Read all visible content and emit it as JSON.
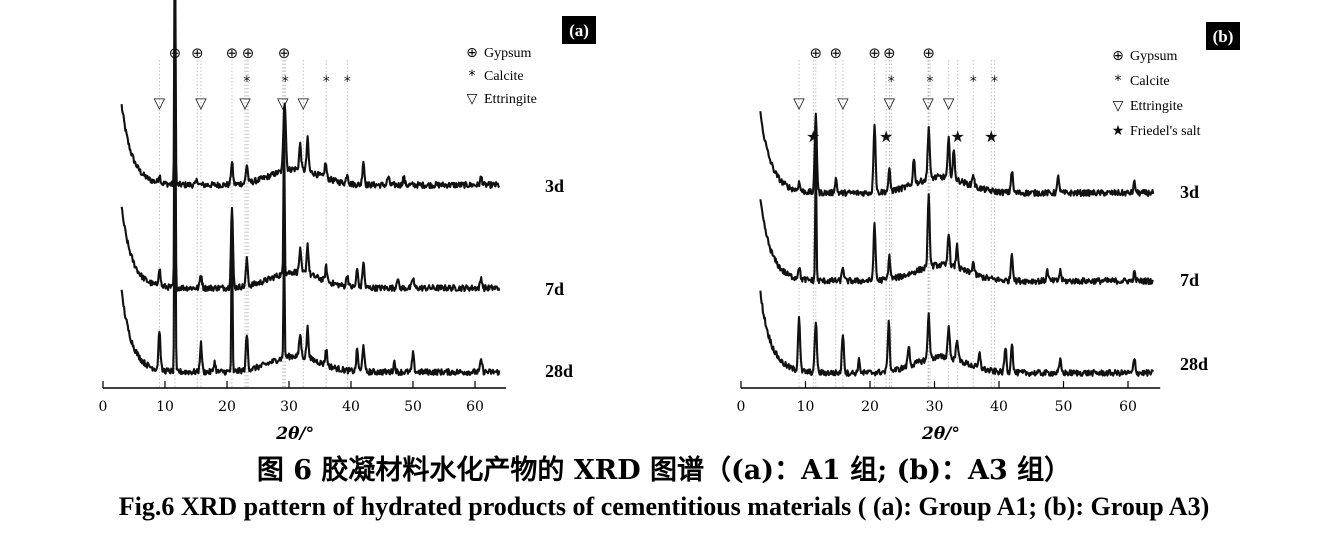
{
  "caption_zh": "图 6 胶凝材料水化产物的 XRD 图谱（(a)：A1 组; (b)：A3 组）",
  "caption_en": "Fig.6 XRD pattern of hydrated products of cementitious materials ( (a): Group A1; (b): Group A3)",
  "chart_data": [
    {
      "panel": "(a)",
      "type": "line",
      "xlabel": "2θ/°",
      "xlim": [
        0,
        65
      ],
      "xticks": [
        0,
        10,
        20,
        30,
        40,
        50,
        60
      ],
      "legend_position": "top-right",
      "legend": [
        {
          "symbol": "⊕",
          "label": "Gypsum"
        },
        {
          "symbol": "*",
          "label": "Calcite"
        },
        {
          "symbol": "▽",
          "label": "Ettringite"
        }
      ],
      "markers": {
        "gypsum": [
          11.6,
          15.2,
          20.8,
          23.4,
          29.2
        ],
        "calcite": [
          23.2,
          29.4,
          36.0,
          39.4
        ],
        "ettringite": [
          9.1,
          15.8,
          22.9,
          29.0,
          32.3
        ]
      },
      "series": [
        {
          "name": "3d",
          "peaks": [
            [
              9.1,
              8
            ],
            [
              11.6,
              330
            ],
            [
              15.2,
              5
            ],
            [
              20.8,
              22
            ],
            [
              23.2,
              18
            ],
            [
              29.2,
              45
            ],
            [
              29.4,
              40
            ],
            [
              31.8,
              25
            ],
            [
              33.0,
              32
            ],
            [
              35.9,
              15
            ],
            [
              39.4,
              10
            ],
            [
              42.0,
              24
            ],
            [
              46.0,
              8
            ],
            [
              48.5,
              8
            ],
            [
              61.0,
              8
            ]
          ]
        },
        {
          "name": "7d",
          "peaks": [
            [
              9.1,
              18
            ],
            [
              11.6,
              340
            ],
            [
              15.8,
              14
            ],
            [
              20.8,
              80
            ],
            [
              23.2,
              26
            ],
            [
              29.2,
              158
            ],
            [
              31.8,
              22
            ],
            [
              33.0,
              30
            ],
            [
              36.0,
              14
            ],
            [
              39.4,
              12
            ],
            [
              41.0,
              18
            ],
            [
              42.0,
              26
            ],
            [
              47.5,
              10
            ],
            [
              50.0,
              10
            ],
            [
              61.0,
              10
            ]
          ]
        },
        {
          "name": "28d",
          "peaks": [
            [
              9.1,
              40
            ],
            [
              11.6,
              350
            ],
            [
              15.8,
              28
            ],
            [
              18.0,
              10
            ],
            [
              20.8,
              155
            ],
            [
              23.2,
              35
            ],
            [
              29.2,
              120
            ],
            [
              31.8,
              22
            ],
            [
              33.0,
              30
            ],
            [
              36.0,
              16
            ],
            [
              41.0,
              22
            ],
            [
              42.0,
              28
            ],
            [
              47.0,
              10
            ],
            [
              50.0,
              18
            ],
            [
              61.0,
              12
            ]
          ]
        }
      ]
    },
    {
      "panel": "(b)",
      "type": "line",
      "xlabel": "2θ/°",
      "xlim": [
        0,
        65
      ],
      "xticks": [
        0,
        10,
        20,
        30,
        40,
        50,
        60
      ],
      "legend_position": "top-right",
      "legend": [
        {
          "symbol": "⊕",
          "label": "Gypsum"
        },
        {
          "symbol": "*",
          "label": "Calcite"
        },
        {
          "symbol": "▽",
          "label": "Ettringite"
        },
        {
          "symbol": "★",
          "label": "Friedel's salt"
        }
      ],
      "markers": {
        "gypsum": [
          11.6,
          14.7,
          20.7,
          23.0,
          29.1
        ],
        "calcite": [
          23.3,
          29.3,
          36.0,
          39.3
        ],
        "ettringite": [
          9.0,
          15.8,
          23.0,
          29.0,
          32.2
        ],
        "friedels_salt": [
          11.2,
          22.5,
          33.6,
          38.8
        ]
      },
      "series": [
        {
          "name": "3d",
          "peaks": [
            [
              9.0,
              8
            ],
            [
              11.6,
              80
            ],
            [
              14.7,
              14
            ],
            [
              20.7,
              70
            ],
            [
              23.0,
              20
            ],
            [
              26.8,
              25
            ],
            [
              29.1,
              52
            ],
            [
              32.2,
              38
            ],
            [
              33.0,
              28
            ],
            [
              36.0,
              12
            ],
            [
              42.0,
              22
            ],
            [
              49.2,
              16
            ],
            [
              61.0,
              10
            ]
          ]
        },
        {
          "name": "7d",
          "peaks": [
            [
              9.0,
              12
            ],
            [
              11.6,
              140
            ],
            [
              15.8,
              14
            ],
            [
              20.7,
              55
            ],
            [
              23.0,
              22
            ],
            [
              29.1,
              70
            ],
            [
              32.2,
              34
            ],
            [
              33.5,
              22
            ],
            [
              36.0,
              12
            ],
            [
              42.0,
              28
            ],
            [
              47.5,
              10
            ],
            [
              49.5,
              10
            ],
            [
              61.0,
              8
            ]
          ]
        },
        {
          "name": "28d",
          "peaks": [
            [
              9.0,
              55
            ],
            [
              11.6,
              52
            ],
            [
              15.8,
              40
            ],
            [
              18.3,
              12
            ],
            [
              22.9,
              48
            ],
            [
              26.0,
              20
            ],
            [
              29.1,
              45
            ],
            [
              32.2,
              32
            ],
            [
              33.5,
              22
            ],
            [
              37.0,
              14
            ],
            [
              41.0,
              25
            ],
            [
              42.0,
              30
            ],
            [
              49.5,
              12
            ],
            [
              61.0,
              14
            ]
          ]
        }
      ]
    }
  ]
}
